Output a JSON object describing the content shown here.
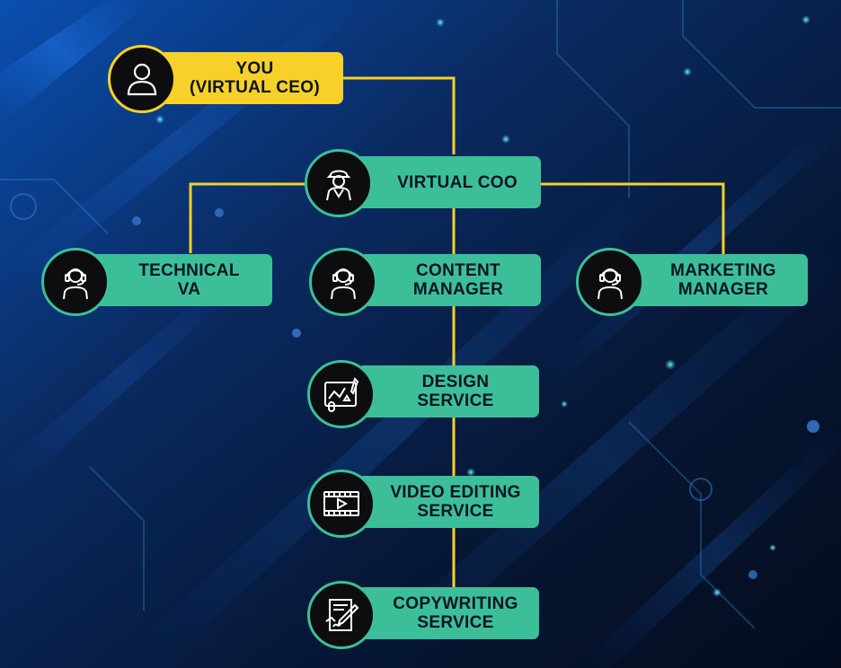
{
  "chart": {
    "nodes": [
      {
        "id": "ceo",
        "text": "YOU\n(VIRTUAL CEO)",
        "icon": "person-icon",
        "color": "yellow"
      },
      {
        "id": "coo",
        "text": "VIRTUAL COO",
        "icon": "worker-icon",
        "color": "teal"
      },
      {
        "id": "technical",
        "text": "TECHNICAL\nVA",
        "icon": "headset-icon",
        "color": "teal"
      },
      {
        "id": "content",
        "text": "CONTENT\nMANAGER",
        "icon": "headset-icon",
        "color": "teal"
      },
      {
        "id": "marketing",
        "text": "MARKETING\nMANAGER",
        "icon": "headset-icon",
        "color": "teal"
      },
      {
        "id": "design",
        "text": "DESIGN\nSERVICE",
        "icon": "design-tablet-icon",
        "color": "teal"
      },
      {
        "id": "video",
        "text": "VIDEO EDITING\nSERVICE",
        "icon": "video-player-icon",
        "color": "teal"
      },
      {
        "id": "copy",
        "text": "COPYWRITING\nSERVICE",
        "icon": "writing-icon",
        "color": "teal"
      }
    ]
  },
  "colors": {
    "teal": "#3cbf99",
    "yellow": "#f7d02a",
    "connector": "#f7d02a",
    "background_dark": "#07162e",
    "background_blue": "#0b3f86"
  }
}
